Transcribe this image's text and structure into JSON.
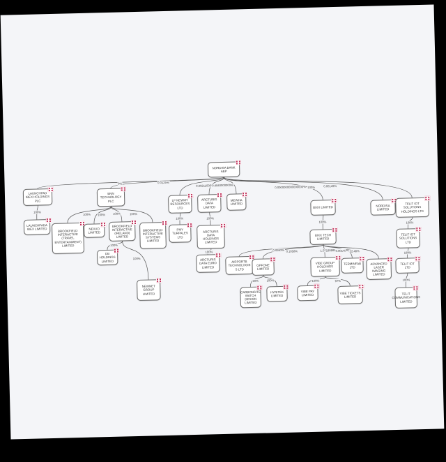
{
  "nodes": [
    {
      "id": "nordisa",
      "name": "NORDISA BANK ABP"
    },
    {
      "id": "launchpad_holdings",
      "name": "LAUNCHPAD IBEX HOLDINGS PLC"
    },
    {
      "id": "launchpad_ibex",
      "name": "LAUNCHPADA IBEX LIMITED"
    },
    {
      "id": "bnn",
      "name": "BNN TECHNOLOGY PLC"
    },
    {
      "id": "brookfield_travel",
      "name": "BROOKFIELD INTERACTIVE (TRAVEL ENTERTAINMENT) LIMITED"
    },
    {
      "id": "nexxo",
      "name": "NEXXO LIMITED"
    },
    {
      "id": "brookfield_ireland",
      "name": "BROOKFIELD INTERACTIVE (IRELAND) LIMITED"
    },
    {
      "id": "brookfield_systems",
      "name": "BROOKFIELD INTERACTIVE SYSTEMS LIMITED"
    },
    {
      "id": "db_holdings",
      "name": "DB HOLDINGS LIMITED"
    },
    {
      "id": "newnet",
      "name": "NEWNET GROUP LIMITED"
    },
    {
      "id": "lp_newmy",
      "name": "LP NEWMY RESOURCES LTD"
    },
    {
      "id": "pmy",
      "name": "PMY TURPALES LTD"
    },
    {
      "id": "arcturis_data",
      "name": "ARCTURIS DATA LIMITED"
    },
    {
      "id": "arcturis_holdings",
      "name": "ARCTURIS DATA HOLDINGS LIMITED"
    },
    {
      "id": "arcturis_europe",
      "name": "ARCTURIS DATA EURO LIMITED"
    },
    {
      "id": "mewha",
      "name": "MEWHA LIMITED"
    },
    {
      "id": "bixx",
      "name": "BIXX LIMITED"
    },
    {
      "id": "bixx_tech",
      "name": "BIXX TECH LIMITED"
    },
    {
      "id": "airport",
      "name": "AIRPORTB TECHNOLOGIE S LTD"
    },
    {
      "id": "gpfone",
      "name": "GPFONE LIMITED"
    },
    {
      "id": "carbonsite",
      "name": "CARBONSITE WATCH DESIGN LIMITED"
    },
    {
      "id": "hyritek",
      "name": "HYRITEK LIMITED"
    },
    {
      "id": "vibe_holdings",
      "name": "VIBE GROUP HOLDINGS LIMITED"
    },
    {
      "id": "vibe_pay",
      "name": "VIBE PAY LIMITED"
    },
    {
      "id": "vibe_tickets",
      "name": "VIBE TICKETS LIMITED"
    },
    {
      "id": "terminfab",
      "name": "TERMINFAB LTD"
    },
    {
      "id": "advanced",
      "name": "ADVANCED LASER IMAGING LIMITED"
    },
    {
      "id": "nordisa_ltd",
      "name": "NORDISA LIMITED"
    },
    {
      "id": "telit_sol_holdings",
      "name": "TELIT IOT SOLUTIONS HOLDINGS LTD"
    },
    {
      "id": "telit_sol",
      "name": "TELIT IOT SOLUTIONS LTD"
    },
    {
      "id": "telit_iot",
      "name": "TELIT IOT LTD"
    },
    {
      "id": "telit_comm",
      "name": "TELIT COMMUNICATIONS LIMITED"
    }
  ],
  "edges": [
    {
      "from": "nordisa",
      "to": "launchpad_holdings",
      "label": "0%"
    },
    {
      "from": "nordisa",
      "to": "bnn",
      "label": "0.0125%"
    },
    {
      "from": "nordisa",
      "to": "lp_newmy",
      "label": "0.00211000%"
    },
    {
      "from": "nordisa",
      "to": "arcturis_data",
      "label": "0.4840000000%"
    },
    {
      "from": "nordisa",
      "to": "mewha",
      "label": ""
    },
    {
      "from": "nordisa",
      "to": "bixx",
      "label": "0.0000000000000000%"
    },
    {
      "from": "nordisa",
      "to": "nordisa_ltd",
      "label": "100%"
    },
    {
      "from": "nordisa",
      "to": "telit_sol_holdings",
      "label": "0.00149%"
    },
    {
      "from": "launchpad_holdings",
      "to": "launchpad_ibex",
      "label": "100%"
    },
    {
      "from": "bnn",
      "to": "brookfield_travel",
      "label": "100%"
    },
    {
      "from": "bnn",
      "to": "nexxo",
      "label": "100%"
    },
    {
      "from": "bnn",
      "to": "brookfield_ireland",
      "label": "100%"
    },
    {
      "from": "bnn",
      "to": "brookfield_systems",
      "label": "100%"
    },
    {
      "from": "brookfield_ireland",
      "to": "db_holdings",
      "label": "100%"
    },
    {
      "from": "brookfield_ireland",
      "to": "newnet",
      "label": "100%"
    },
    {
      "from": "lp_newmy",
      "to": "pmy",
      "label": "100%"
    },
    {
      "from": "arcturis_data",
      "to": "arcturis_holdings",
      "label": "100%"
    },
    {
      "from": "arcturis_holdings",
      "to": "arcturis_europe",
      "label": "100%"
    },
    {
      "from": "bixx",
      "to": "bixx_tech",
      "label": "100%"
    },
    {
      "from": "bixx_tech",
      "to": "airport",
      "label": "0.0853%"
    },
    {
      "from": "bixx_tech",
      "to": "gpfone",
      "label": "0.1058%"
    },
    {
      "from": "bixx_tech",
      "to": "vibe_holdings",
      "label": "1.0718888888888888%"
    },
    {
      "from": "bixx_tech",
      "to": "terminfab",
      "label": "0.001%"
    },
    {
      "from": "bixx_tech",
      "to": "advanced",
      "label": "22.48%"
    },
    {
      "from": "gpfone",
      "to": "carbonsite",
      "label": "50%"
    },
    {
      "from": "gpfone",
      "to": "hyritek",
      "label": "100%"
    },
    {
      "from": "vibe_holdings",
      "to": "vibe_pay",
      "label": "100%"
    },
    {
      "from": "vibe_holdings",
      "to": "vibe_tickets",
      "label": "97%"
    },
    {
      "from": "telit_sol_holdings",
      "to": "telit_sol",
      "label": "100%"
    },
    {
      "from": "telit_sol",
      "to": "telit_iot",
      "label": "100%"
    },
    {
      "from": "telit_iot",
      "to": "telit_comm",
      "label": "100%"
    }
  ]
}
